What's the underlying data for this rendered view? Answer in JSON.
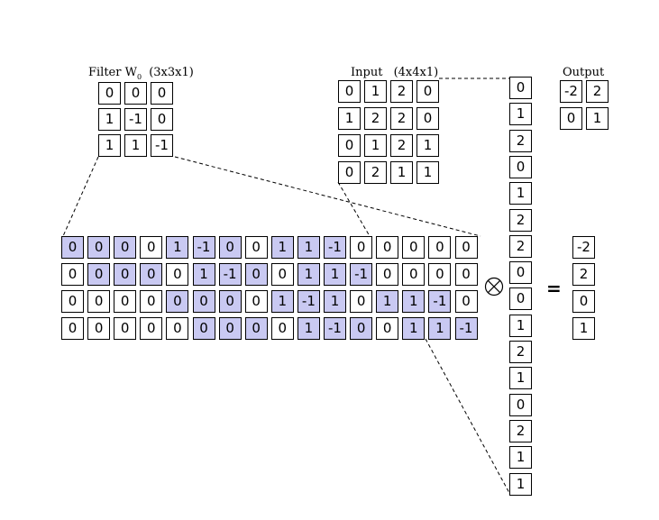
{
  "labels": {
    "filter_text": "Filter W",
    "filter_sub": "0",
    "filter_dims": "(3x3x1)",
    "input_text": "Input",
    "input_dims": "(4x4x1)",
    "output_text": "Output",
    "equals": "="
  },
  "icons": {
    "operator": "circled-times-icon"
  },
  "colors": {
    "highlight": "#c9c9f2",
    "border": "#000000"
  },
  "filter": [
    [
      "0",
      "0",
      "0"
    ],
    [
      "1",
      "-1",
      "0"
    ],
    [
      "1",
      "1",
      "-1"
    ]
  ],
  "input": [
    [
      "0",
      "1",
      "2",
      "0"
    ],
    [
      "1",
      "2",
      "2",
      "0"
    ],
    [
      "0",
      "1",
      "2",
      "1"
    ],
    [
      "0",
      "2",
      "1",
      "1"
    ]
  ],
  "output": [
    [
      "-2",
      "2"
    ],
    [
      "0",
      "1"
    ]
  ],
  "matrix": [
    [
      "0",
      "0",
      "0",
      "0",
      "1",
      "-1",
      "0",
      "0",
      "1",
      "1",
      "-1",
      "0",
      "0",
      "0",
      "0",
      "0"
    ],
    [
      "0",
      "0",
      "0",
      "0",
      "0",
      "1",
      "-1",
      "0",
      "0",
      "1",
      "1",
      "-1",
      "0",
      "0",
      "0",
      "0"
    ],
    [
      "0",
      "0",
      "0",
      "0",
      "0",
      "0",
      "0",
      "0",
      "1",
      "-1",
      "1",
      "0",
      "1",
      "1",
      "-1",
      "0"
    ],
    [
      "0",
      "0",
      "0",
      "0",
      "0",
      "0",
      "0",
      "0",
      "0",
      "1",
      "-1",
      "0",
      "0",
      "1",
      "1",
      "-1"
    ]
  ],
  "matrix_highlight": [
    [
      0,
      1,
      2,
      4,
      5,
      6,
      8,
      9,
      10
    ],
    [
      1,
      2,
      3,
      5,
      6,
      7,
      9,
      10,
      11
    ],
    [
      4,
      5,
      6,
      8,
      9,
      10,
      12,
      13,
      14
    ],
    [
      5,
      6,
      7,
      9,
      10,
      11,
      13,
      14,
      15
    ]
  ],
  "input_vector": [
    "0",
    "1",
    "2",
    "0",
    "1",
    "2",
    "2",
    "0",
    "0",
    "1",
    "2",
    "1",
    "0",
    "2",
    "1",
    "1"
  ],
  "result_vector": [
    "-2",
    "2",
    "0",
    "1"
  ]
}
